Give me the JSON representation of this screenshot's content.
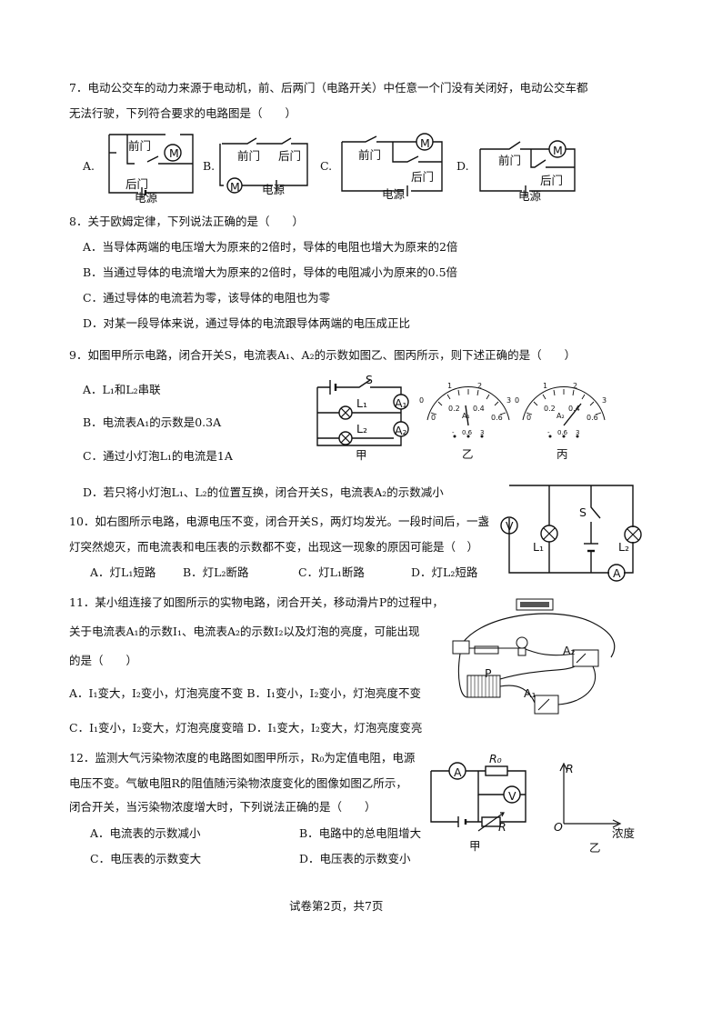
{
  "q7": {
    "stem1": "7．电动公交车的动力来源于电动机，前、后两门（电路开关）中任意一个门没有关闭好，电动公交车都",
    "stem2": "无法行驶，下列符合要求的电路图是（　　）",
    "options": [
      "A.",
      "B.",
      "C.",
      "D."
    ],
    "front_door": "前门",
    "rear_door": "后门",
    "power": "电源",
    "motor": "M"
  },
  "q8": {
    "stem": "8．关于欧姆定律，下列说法正确的是（　　）",
    "A": "A．当导体两端的电压增大为原来的2倍时，导体的电阻也增大为原来的2倍",
    "B": "B．当通过导体的电流增大为原来的2倍时，导体的电阻减小为原来的0.5倍",
    "C": "C．通过导体的电流若为零，该导体的电阻也为零",
    "D": "D．对某一段导体来说，通过导体的电流跟导体两端的电压成正比"
  },
  "q9": {
    "stem": "9．如图甲所示电路，闭合开关S，电流表A₁、A₂的示数如图乙、图丙所示，则下述正确的是（　　）",
    "A": "A．L₁和L₂串联",
    "B": "B．电流表A₁的示数是0.3A",
    "C": "C．通过小灯泡L₁的电流是1A",
    "D": "D．若只将小灯泡L₁、L₂的位置互换，闭合开关S，电流表A₂的示数减小",
    "fig_jia": "甲",
    "fig_yi": "乙",
    "fig_bing": "丙",
    "S": "S",
    "L1": "L₁",
    "L2": "L₂",
    "A1": "A₁",
    "A2": "A₂",
    "ticks_top": [
      "0",
      "1",
      "2",
      "3"
    ],
    "ticks_bottom": [
      "0",
      "0.2",
      "0.4",
      "0.6"
    ],
    "terminals": [
      "-",
      "0.6",
      "3"
    ]
  },
  "q10": {
    "stem1": "10．如右图所示电路，电源电压不变，闭合开关S，两灯均发光。一段时间后，一盏",
    "stem2": "灯突然熄灭，而电流表和电压表的示数都不变，出现这一现象的原因可能是（　）",
    "A": "A．灯L₁短路",
    "B": "B．灯L₂断路",
    "C": "C．灯L₁断路",
    "D": "D．灯L₂短路",
    "V": "V",
    "A_meter": "A",
    "S": "S",
    "L1": "L₁",
    "L2": "L₂"
  },
  "q11": {
    "stem1": "11．某小组连接了如图所示的实物电路，闭合开关，移动滑片P的过程中，",
    "stem2": "关于电流表A₁的示数I₁、电流表A₂的示数I₂以及灯泡的亮度，可能出现",
    "stem3": "的是（　　）",
    "AB": "A．I₁变大，I₂变小，灯泡亮度不变 B．I₁变小，I₂变小，灯泡亮度不变",
    "CD": "C．I₁变小，I₂变大，灯泡亮度变暗 D．I₁变大，I₂变大，灯泡亮度变亮",
    "P": "P",
    "A1": "A₁",
    "A2": "A₂"
  },
  "q12": {
    "stem1": "12．监测大气污染物浓度的电路图如图甲所示，R₀为定值电阻，电源",
    "stem2": "电压不变。气敏电阻R的阻值随污染物浓度变化的图像如图乙所示，",
    "stem3": "闭合开关，当污染物浓度增大时，下列说法正确的是（　　）",
    "A": "A．电流表的示数减小",
    "B": "B．电路中的总电阻增大",
    "C": "C．电压表的示数变大",
    "D": "D．电压表的示数变小",
    "R0": "R₀",
    "R": "R",
    "A_meter": "A",
    "V": "V",
    "fig_jia": "甲",
    "fig_yi": "乙",
    "axis_R": "R",
    "axis_O": "O",
    "axis_conc": "浓度"
  },
  "footer": "试卷第2页，共7页"
}
